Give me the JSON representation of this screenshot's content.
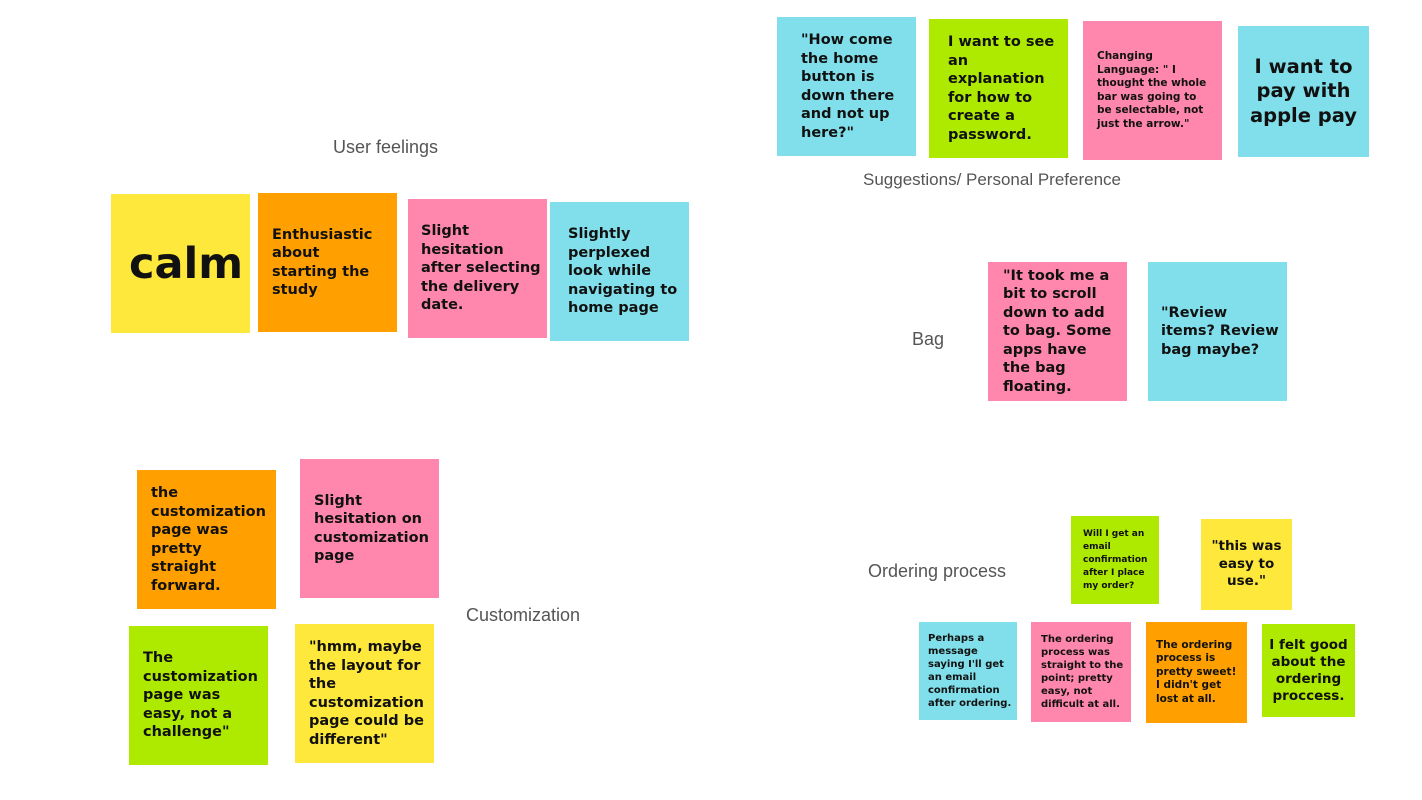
{
  "colors": {
    "yellow": "#fee83b",
    "orange": "#ff9f00",
    "pink": "#ff87ae",
    "cyan": "#80dfea",
    "green": "#aeea00"
  },
  "groups": {
    "user_feelings": {
      "label": "User feelings",
      "notes": [
        {
          "text": "calm",
          "color": "yellow"
        },
        {
          "text": "Enthusiastic about starting the study",
          "color": "orange"
        },
        {
          "text": "Slight hesitation after selecting the delivery date.",
          "color": "pink"
        },
        {
          "text": "Slightly perplexed look while navigating to home page",
          "color": "cyan"
        }
      ]
    },
    "suggestions": {
      "label": "Suggestions/ Personal Preference",
      "notes": [
        {
          "text": "\"How come the home button is down there and not up here?\"",
          "color": "cyan"
        },
        {
          "text": "I want to see an explanation for how to create a password.",
          "color": "green"
        },
        {
          "text": "Changing Language: \" I thought the whole bar was going to be selectable, not just the arrow.\"",
          "color": "pink"
        },
        {
          "text": "I want to pay with apple pay",
          "color": "cyan"
        }
      ]
    },
    "bag": {
      "label": "Bag",
      "notes": [
        {
          "text": "\"It took me a bit to scroll down to add to bag. Some apps have the bag floating.",
          "color": "pink"
        },
        {
          "text": "\"Review items? Review bag maybe?",
          "color": "cyan"
        }
      ]
    },
    "customization": {
      "label": "Customization",
      "notes": [
        {
          "text": "the customization page was pretty straight forward.",
          "color": "orange"
        },
        {
          "text": "Slight hesitation on customization page",
          "color": "pink"
        },
        {
          "text": "The customization page was easy, not a challenge\"",
          "color": "green"
        },
        {
          "text": "\"hmm, maybe the layout for the customization page could be different\"",
          "color": "yellow"
        }
      ]
    },
    "ordering": {
      "label": "Ordering process",
      "notes": [
        {
          "text": "Will I get an email confirmation after I place my order?",
          "color": "green"
        },
        {
          "text": "\"this was easy to use.\"",
          "color": "yellow"
        },
        {
          "text": "Perhaps a message saying I'll get an email confirmation after ordering.",
          "color": "cyan"
        },
        {
          "text": "The ordering process was straight to the point; pretty easy, not difficult at all.",
          "color": "pink"
        },
        {
          "text": "The ordering process is pretty sweet! I didn't get lost at all.",
          "color": "orange"
        },
        {
          "text": "I felt good about the ordering proccess.",
          "color": "green"
        }
      ]
    }
  }
}
